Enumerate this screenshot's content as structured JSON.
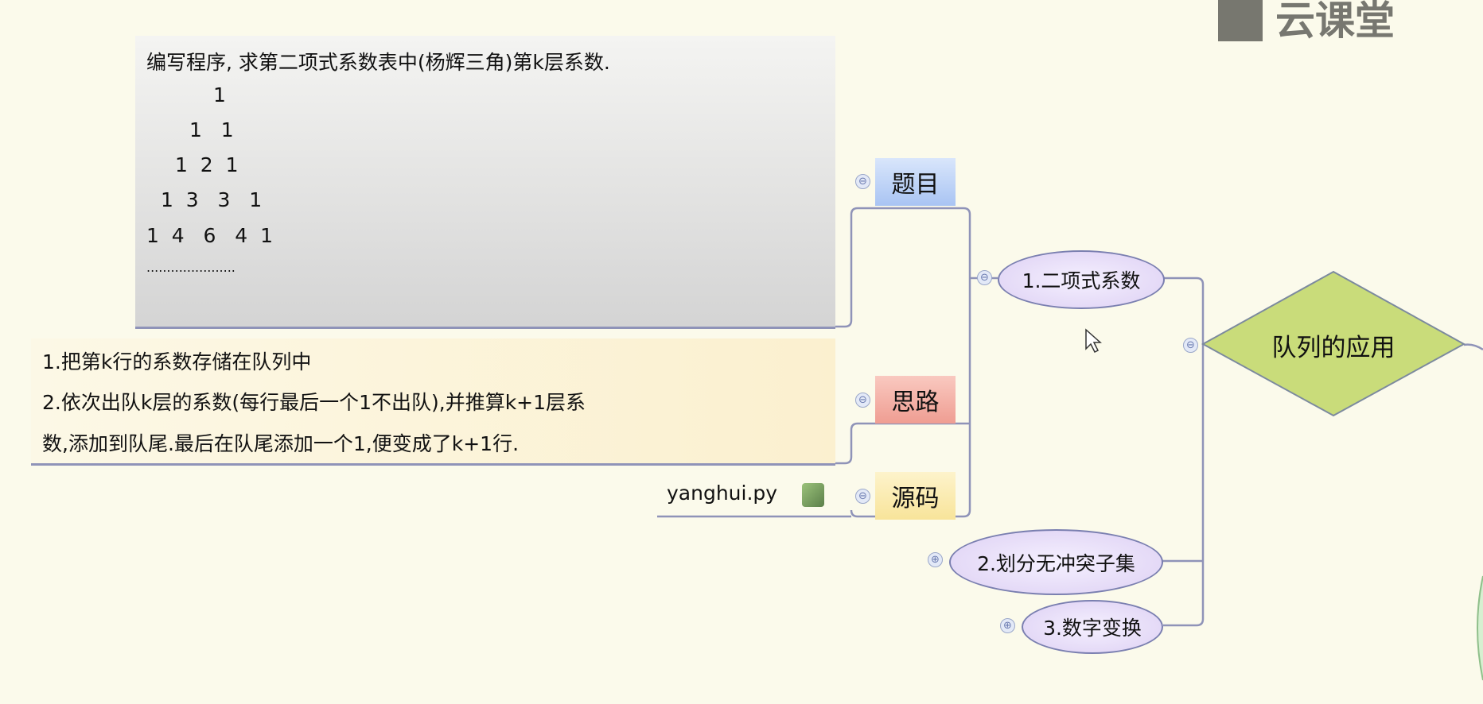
{
  "logo": {
    "text": "云课堂"
  },
  "root": {
    "label": "队列的应用",
    "color": "#c9dc7a"
  },
  "branches": [
    {
      "label": "1.二项式系数",
      "state": "expanded"
    },
    {
      "label": "2.划分无冲突子集",
      "state": "collapsed"
    },
    {
      "label": "3.数字变换",
      "state": "collapsed"
    }
  ],
  "subtopics": {
    "problem": {
      "label": "题目",
      "title": "编写程序, 求第二项式系数表中(杨辉三角)第k层系数.",
      "rows": [
        "1",
        "1   1",
        "1  2  1",
        "1  3   3   1",
        "1  4   6   4  1",
        "......................"
      ]
    },
    "idea": {
      "label": "思路",
      "lines": [
        "1.把第k行的系数存储在队列中",
        "2.依次出队k层的系数(每行最后一个1不出队),并推算k+1层系",
        "数,添加到队尾.最后在队尾添加一个1,便变成了k+1行."
      ]
    },
    "source": {
      "label": "源码",
      "file": "yanghui.py"
    }
  },
  "toggles": {
    "minus": "⊖",
    "plus": "⊕"
  }
}
